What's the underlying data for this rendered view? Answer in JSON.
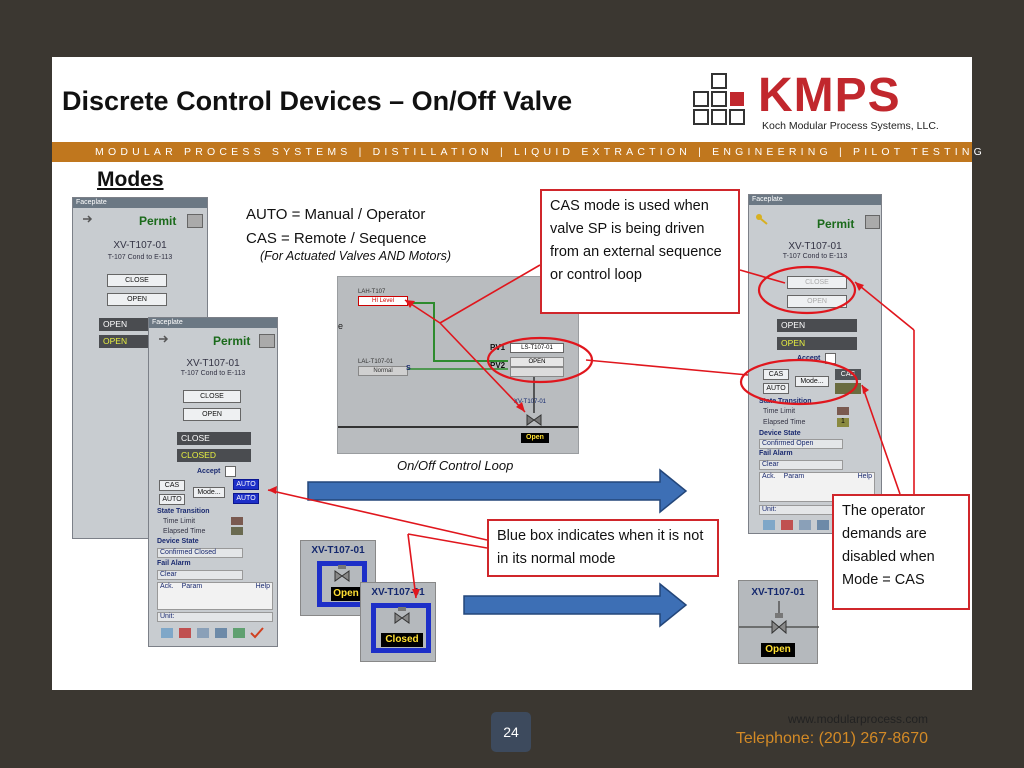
{
  "slide": {
    "title": "Discrete Control Devices – On/Off Valve",
    "tagline": "MODULAR PROCESS SYSTEMS | DISTILLATION | LIQUID EXTRACTION | ENGINEERING | PILOT TESTING",
    "section": "Modes",
    "auto_def": "AUTO = Manual / Operator",
    "cas_def": "CAS = Remote / Sequence",
    "cas_note": "(For Actuated Valves AND Motors)",
    "loop_caption": "On/Off Control Loop",
    "page_number": "24",
    "website": "www.modularprocess.com",
    "telephone": "Telephone: (201) 267-8670"
  },
  "logo": {
    "name": "KMPS",
    "subtitle": "Koch Modular Process Systems, LLC."
  },
  "callouts": {
    "cas_explain": "CAS mode is used when valve SP is being driven from an external sequence or control loop",
    "blue_box": "Blue box indicates when it is not in its normal mode",
    "operator": "The operator demands are disabled when Mode = CAS"
  },
  "faceplate": {
    "header": "Faceplate",
    "permit": "Permit",
    "tag": "XV-T107-01",
    "desc": "T-107 Cond to E-113",
    "close_btn": "CLOSE",
    "open_btn": "OPEN",
    "open_state": "OPEN",
    "close_state": "CLOSE",
    "closed_state": "CLOSED",
    "accept": "Accept",
    "cas_btn": "CAS",
    "auto_btn": "AUTO",
    "mode_btn": "Mode...",
    "state_transition": "State Transition",
    "time_limit": "Time Limit",
    "elapsed_time": "Elapsed Time",
    "device_state": "Device State",
    "confirmed_open": "Confirmed Open",
    "confirmed_closed": "Confirmed Closed",
    "fail_alarm": "Fail Alarm",
    "clear": "Clear",
    "ack": "Ack.",
    "param": "Param",
    "help": "Help",
    "unit": "Unit:",
    "auto_mode": "AUTO",
    "cas_mode": "CAS",
    "elapsed_value": "1"
  },
  "loop": {
    "lah": "LAH-T107",
    "hi_level": "HI Level",
    "lal": "LAL-T107-01",
    "normal": "Normal",
    "pv1": "PV1",
    "pv2": "PV2",
    "lsh": "LS-T107-01",
    "open_lbl": "OPEN",
    "xv": "XV-T107-01",
    "open_state": "Open",
    "s": "S",
    "edge_char": "e"
  },
  "valves": {
    "tag": "XV-T107-01",
    "open": "Open",
    "closed": "Closed"
  }
}
